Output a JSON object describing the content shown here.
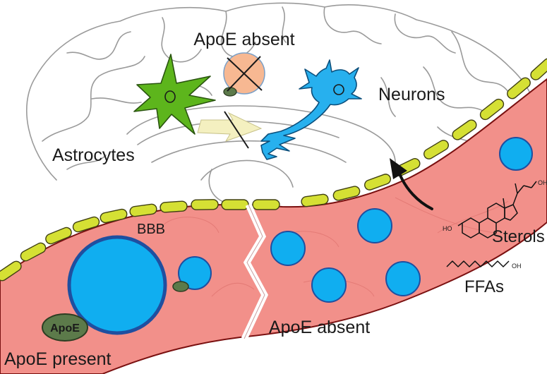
{
  "labels": {
    "apoe_absent_top": "ApoE absent",
    "neurons": "Neurons",
    "astrocytes": "Astrocytes",
    "bbb": "BBB",
    "sterols": "Sterols",
    "ffas": "FFAs",
    "apoe_absent_bottom": "ApoE absent",
    "apoe_present": "ApoE present",
    "apoe_particle": "ApoE",
    "ho_sterol": "HO",
    "oh_sterol": "OH",
    "oh_ffa": "OH"
  },
  "colors": {
    "vessel_fill": "#f2908a",
    "vessel_edge": "#7a1010",
    "bbb_cell": "#d5e034",
    "lipoprotein": "#10aef0",
    "lipoprotein_edge": "#1f4fa0",
    "astrocyte": "#5db51c",
    "neuron": "#27b0ee",
    "apoe_particle": "#5c7a4a",
    "crossed_cell": "#f7b892",
    "brain_outline": "#9a9a9a"
  },
  "icons": [
    "astrocyte-icon",
    "neuron-icon",
    "lipoprotein-particle-icon",
    "apoe-particle-icon",
    "sterol-molecule-icon",
    "fatty-acid-chain-icon",
    "transport-arrow-icon"
  ]
}
